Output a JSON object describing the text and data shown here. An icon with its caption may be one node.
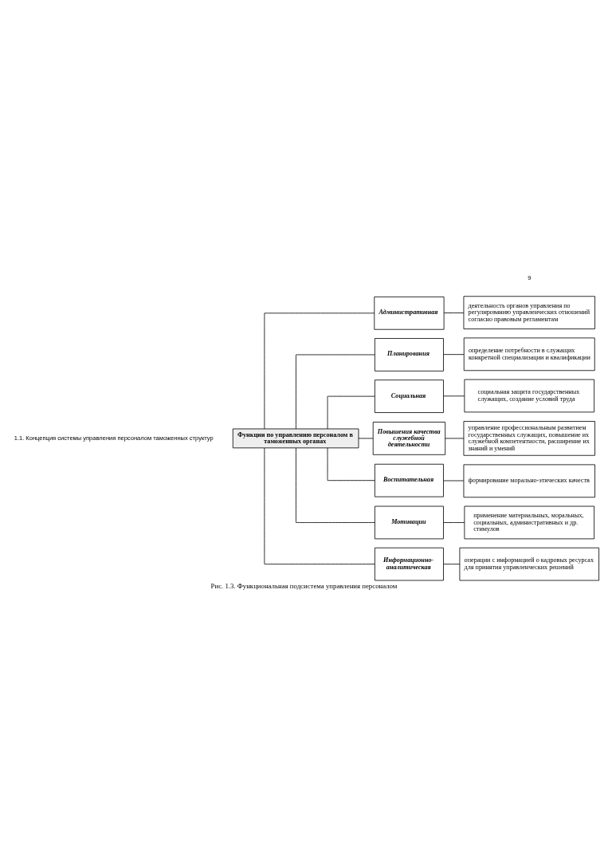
{
  "diagram": {
    "caption": "Рис. 1.3. Функциональная подсистема управления персоналом",
    "nodes": [
      {
        "text": [
          "Функции по управлению персоналом в таможенных органах"
        ]
      },
      {
        "text": [
          "Административная"
        ]
      },
      {
        "text": [
          "деятельность органов управления по регулированию управленческих отношений согласно правовым регламентам"
        ]
      },
      {
        "text": [
          "Планирования"
        ]
      },
      {
        "text": [
          "определение потребности в служащих конкретной специализации и квалификации"
        ]
      },
      {
        "text": [
          "Социальная"
        ]
      },
      {
        "text": [
          "социальная защита государственных служащих, создание условий труда"
        ]
      },
      {
        "text": [
          "Повышения качества служебной деятельности"
        ]
      },
      {
        "text": [
          "управление профессиональным развитием государственных служащих, повышение их служебной компетентности, расширение их знаний и умений"
        ]
      },
      {
        "text": [
          "Воспитательная"
        ]
      },
      {
        "text": [
          "формирование морально-этических качеств"
        ]
      },
      {
        "text": [
          "Мотивации"
        ]
      },
      {
        "text": [
          "применение материальных, моральных, социальных, административных и др. стимулов"
        ]
      },
      {
        "text": [
          "Информационно-аналитическая"
        ]
      },
      {
        "text": [
          "операции с информацией о кадровых ресурсах для принятия управленческих решений"
        ]
      }
    ],
    "edges": [
      {
        "from": 0,
        "to": 1,
        "arrow": "none"
      },
      {
        "from": 1,
        "to": 2,
        "arrow": "none"
      },
      {
        "from": 0,
        "to": 3,
        "arrow": "none"
      },
      {
        "from": 3,
        "to": 4,
        "arrow": "none"
      },
      {
        "from": 0,
        "to": 5,
        "arrow": "none"
      },
      {
        "from": 5,
        "to": 6,
        "arrow": "none"
      },
      {
        "from": 0,
        "to": 7,
        "arrow": "none"
      },
      {
        "from": 7,
        "to": 8,
        "arrow": "none"
      },
      {
        "from": 0,
        "to": 9,
        "arrow": "none"
      },
      {
        "from": 9,
        "to": 10,
        "arrow": "none"
      },
      {
        "from": 0,
        "to": 11,
        "arrow": "none"
      },
      {
        "from": 11,
        "to": 12,
        "arrow": "none"
      },
      {
        "from": 0,
        "to": 13,
        "arrow": "none"
      },
      {
        "from": 13,
        "to": 14,
        "arrow": "none"
      }
    ],
    "labels": [
      "1.1. Концепция системы управления персоналом таможенных структур",
      "9"
    ]
  }
}
